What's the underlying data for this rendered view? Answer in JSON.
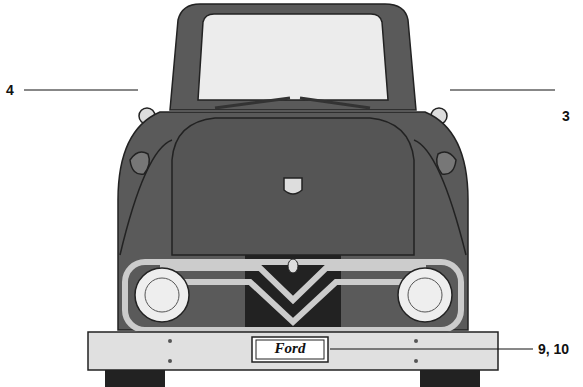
{
  "diagram": {
    "labels": [
      "4",
      "3",
      "9, 10",
      "Ford"
    ]
  }
}
